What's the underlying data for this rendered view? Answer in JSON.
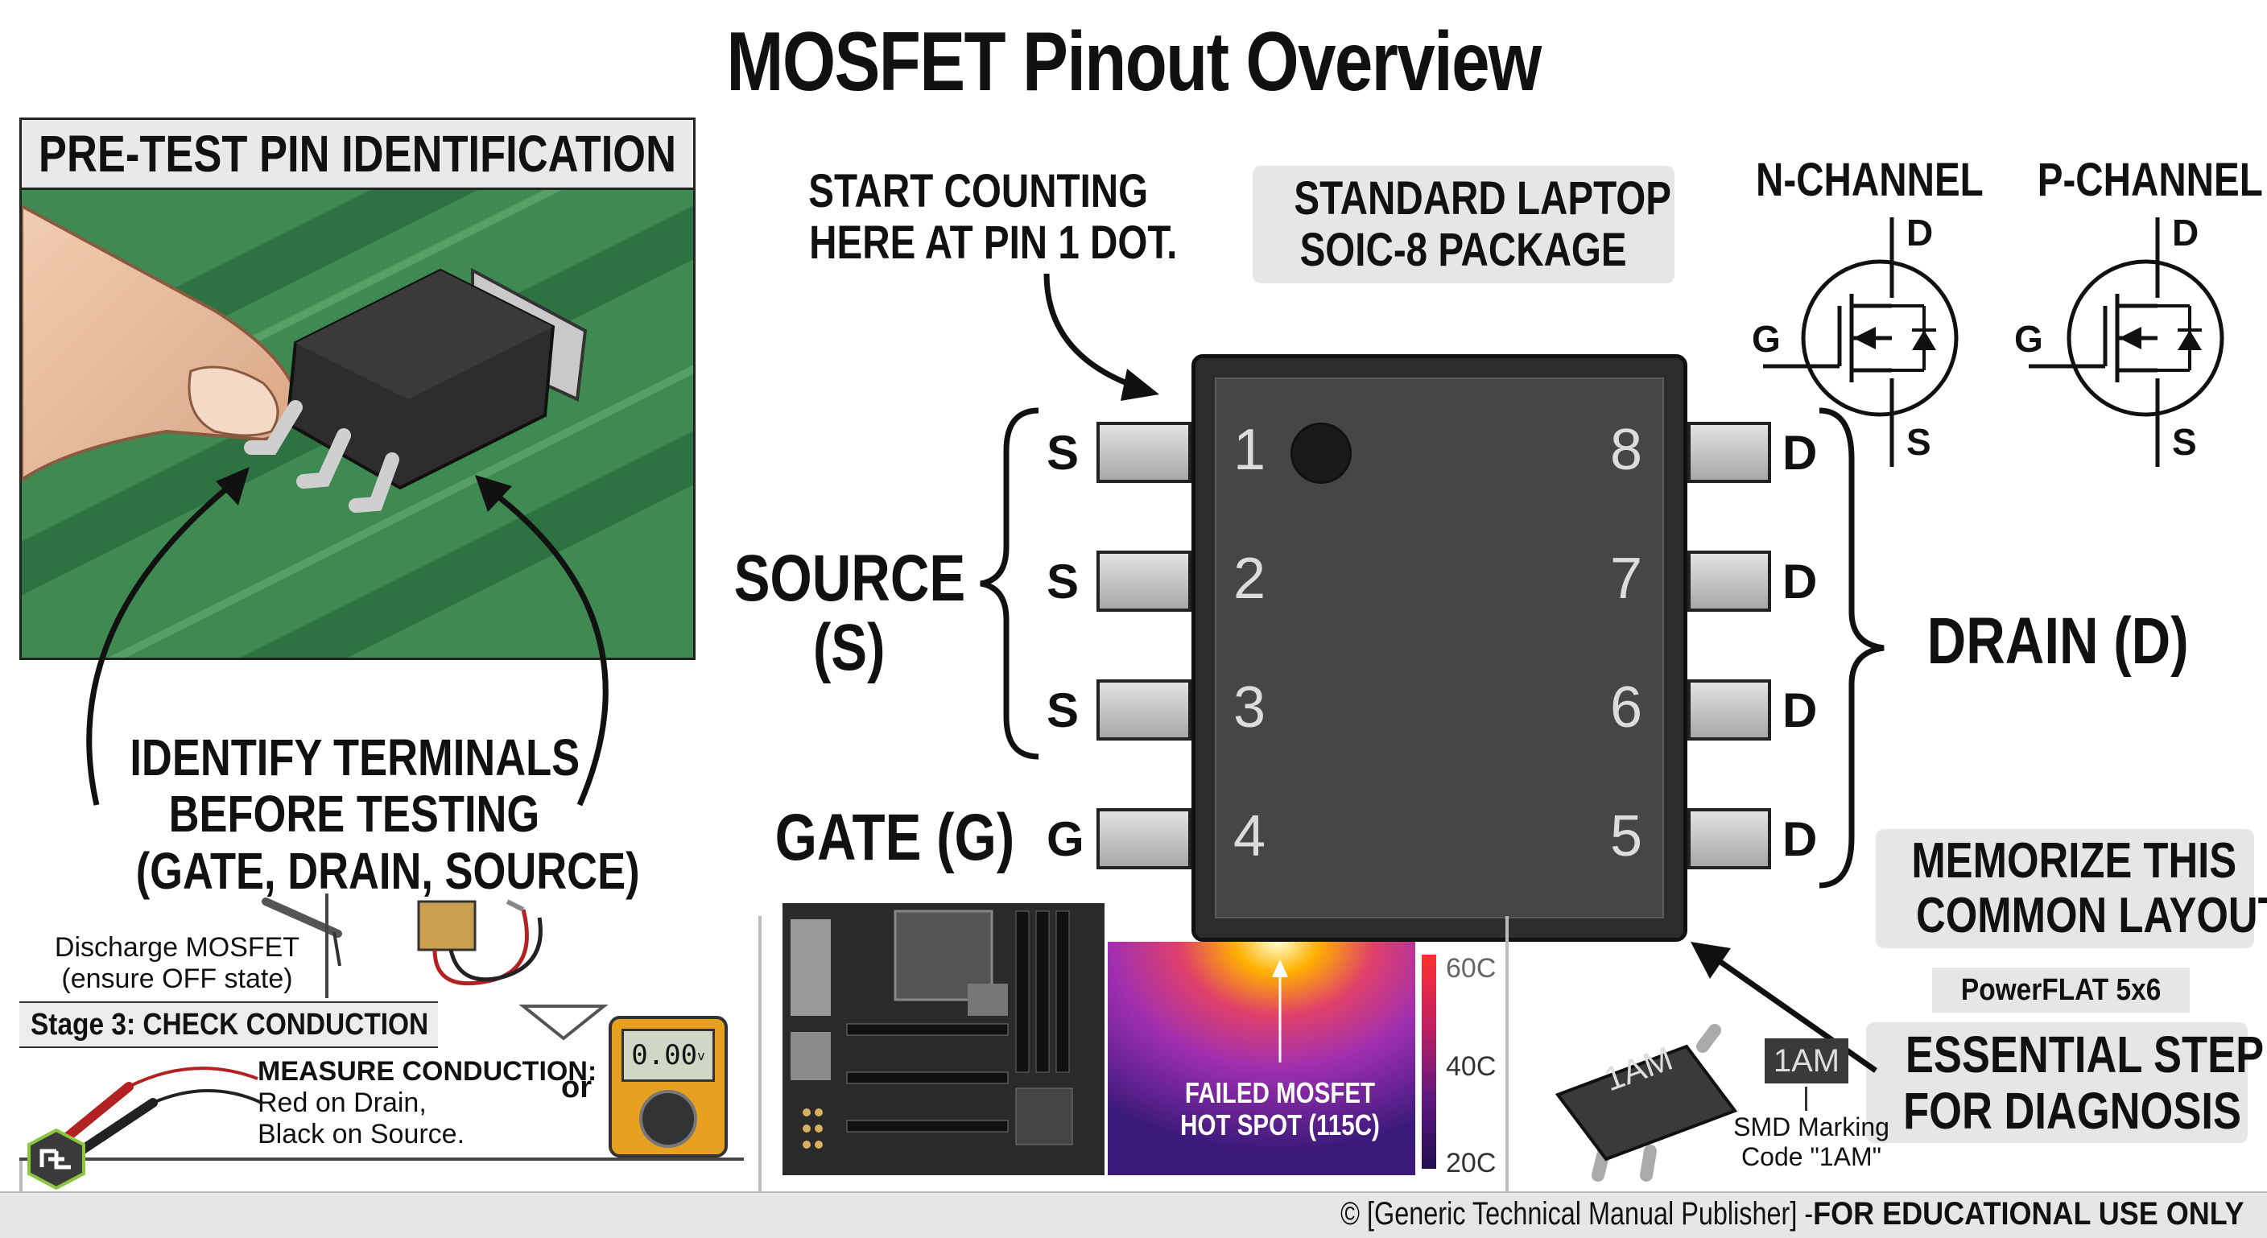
{
  "title": "MOSFET Pinout Overview",
  "left_panel": {
    "heading": "PRE-TEST PIN IDENTIFICATION",
    "caption": [
      "IDENTIFY TERMINALS",
      "BEFORE TESTING",
      "(GATE, DRAIN, SOURCE)"
    ],
    "discharge_line1": "Discharge MOSFET",
    "discharge_line2": "(ensure OFF state)",
    "stage_label": "Stage 3: CHECK CONDUCTION",
    "measure_title": "MEASURE CONDUCTION:",
    "measure_line1": "Red on Drain,",
    "measure_line2": "Black on Source.",
    "or": "or",
    "meter_reading": "0.00",
    "meter_unit": "v"
  },
  "chip": {
    "start_note_line1": "START COUNTING",
    "start_note_line2": "HERE AT PIN 1 DOT.",
    "package_line1": "STANDARD LAPTOP",
    "package_line2": "SOIC-8 PACKAGE",
    "left_pins": [
      {
        "num": "1",
        "letter": "S"
      },
      {
        "num": "2",
        "letter": "S"
      },
      {
        "num": "3",
        "letter": "S"
      },
      {
        "num": "4",
        "letter": "G"
      }
    ],
    "right_pins": [
      {
        "num": "8",
        "letter": "D"
      },
      {
        "num": "7",
        "letter": "D"
      },
      {
        "num": "6",
        "letter": "D"
      },
      {
        "num": "5",
        "letter": "D"
      }
    ],
    "source_line1": "SOURCE",
    "source_line2": "(S)",
    "gate_label": "GATE (G)",
    "drain_label": "DRAIN (D)"
  },
  "symbols": {
    "n_title": "N-CHANNEL",
    "p_title": "P-CHANNEL",
    "d": "D",
    "g": "G",
    "s": "S"
  },
  "memorize_line1": "MEMORIZE THIS",
  "memorize_line2": "COMMON LAYOUT",
  "powerflat": "PowerFLAT 5x6",
  "essential_line1": "ESSENTIAL STEP",
  "essential_line2": "FOR DIAGNOSIS",
  "smd": {
    "chip_marking": "1AM",
    "tag": "1AM",
    "line1": "SMD Marking",
    "line2": "Code \"1AM\""
  },
  "thermal": {
    "line1": "FAILED MOSFET",
    "line2": "HOT SPOT (115C)",
    "scale_top": "60C",
    "scale_mid": "40C",
    "scale_bot": "20C"
  },
  "footer": {
    "prefix": "© [Generic Technical Manual Publisher] - ",
    "bold": "FOR EDUCATIONAL USE ONLY"
  },
  "colors": {
    "pcb": "#3e8a52",
    "chip_body": "#3a3a3a",
    "chip_face": "#454545",
    "footer_bg": "#e6e6e6"
  }
}
